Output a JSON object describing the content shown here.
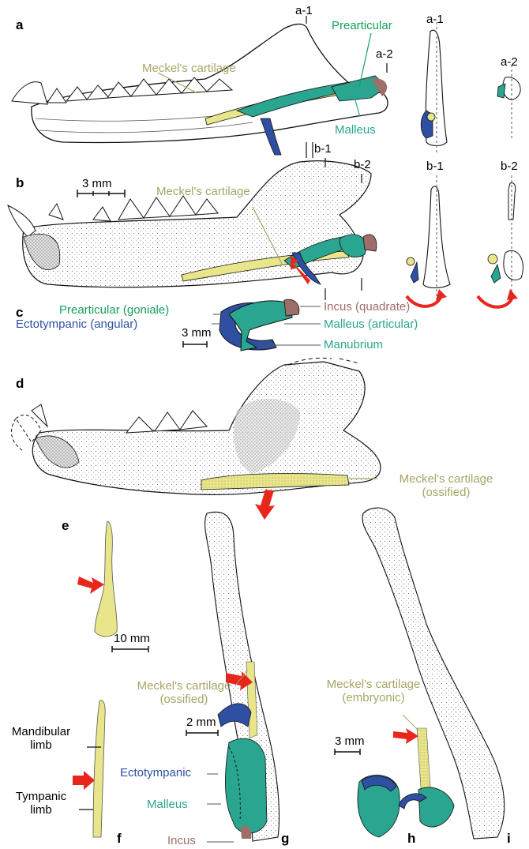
{
  "colors": {
    "meckel": "#e9e58a",
    "meckel_text": "#a6a567",
    "prearticular": "#16a05a",
    "malleus": "#2aa58f",
    "ectotympanic": "#2f4fa3",
    "incus": "#9e6e6a",
    "arrow": "#e8261c",
    "bone_fill": "#f1f1f1"
  },
  "panels": {
    "a": "a",
    "b": "b",
    "c": "c",
    "d": "d",
    "e": "e",
    "f": "f",
    "g": "g",
    "h": "h",
    "i": "i"
  },
  "sections": {
    "a1": "a-1",
    "a2": "a-2",
    "b1": "b-1",
    "b2": "b-2"
  },
  "scales": {
    "b": "3 mm",
    "c": "3 mm",
    "e": "10 mm",
    "g": "2 mm",
    "h": "3 mm"
  },
  "labels": {
    "a_prearticular": "Prearticular",
    "a_meckel": "Meckel's cartilage",
    "a_malleus": "Malleus",
    "b_meckel": "Meckel's cartilage",
    "c_prearticular": "Prearticular (goniale)",
    "c_ectotympanic": "Ectotympanic (angular)",
    "c_incus": "Incus (quadrate)",
    "c_malleus": "Malleus (articular)",
    "c_manubrium": "Manubrium",
    "d_meckel_1": "Meckel's cartilage",
    "d_meckel_2": "(ossified)",
    "f_mandibular_1": "Mandibular",
    "f_mandibular_2": "limb",
    "f_tympanic_1": "Tympanic",
    "f_tympanic_2": "limb",
    "g_meckel_1": "Meckel's cartilage",
    "g_meckel_2": "(ossified)",
    "g_ectotympanic": "Ectotympanic",
    "g_malleus": "Malleus",
    "g_incus": "Incus",
    "i_meckel_1": "Meckel's cartilage",
    "i_meckel_2": "(embryonic)"
  },
  "icons": {
    "arrow": "red-arrow-icon"
  }
}
